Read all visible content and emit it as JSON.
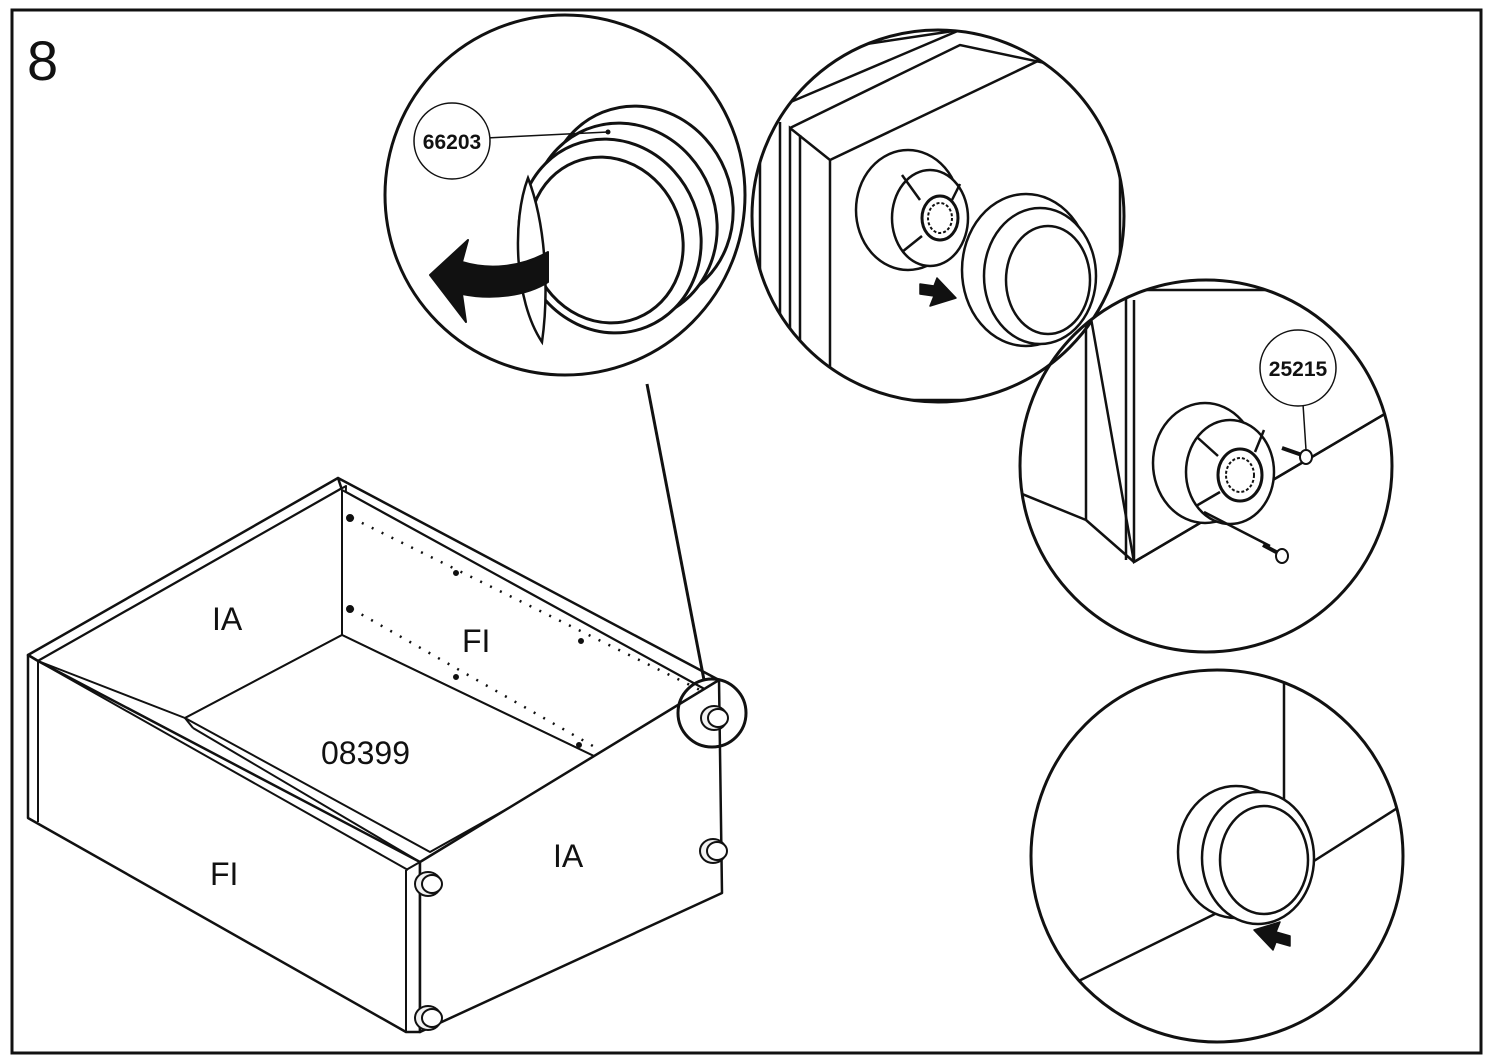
{
  "step": {
    "number": "8"
  },
  "colors": {
    "line": "#111111",
    "paper": "#ffffff",
    "shade": "#f2f2f2"
  },
  "labels": {
    "panel_top_left": "IA",
    "panel_back": "FI",
    "panel_bottom": "08399",
    "panel_front": "FI",
    "panel_right": "IA"
  },
  "parts": {
    "foot_cap": "66203",
    "screw": "25215"
  },
  "details": [
    {
      "id": "remove-adhesive-liner",
      "icon": "curved-arrow-icon"
    },
    {
      "id": "press-foot-onto-socket",
      "icon": "push-arrow-icon"
    },
    {
      "id": "screw-socket-to-panel",
      "icon": "screw-icon"
    },
    {
      "id": "foot-installed",
      "icon": "push-arrow-icon"
    }
  ]
}
